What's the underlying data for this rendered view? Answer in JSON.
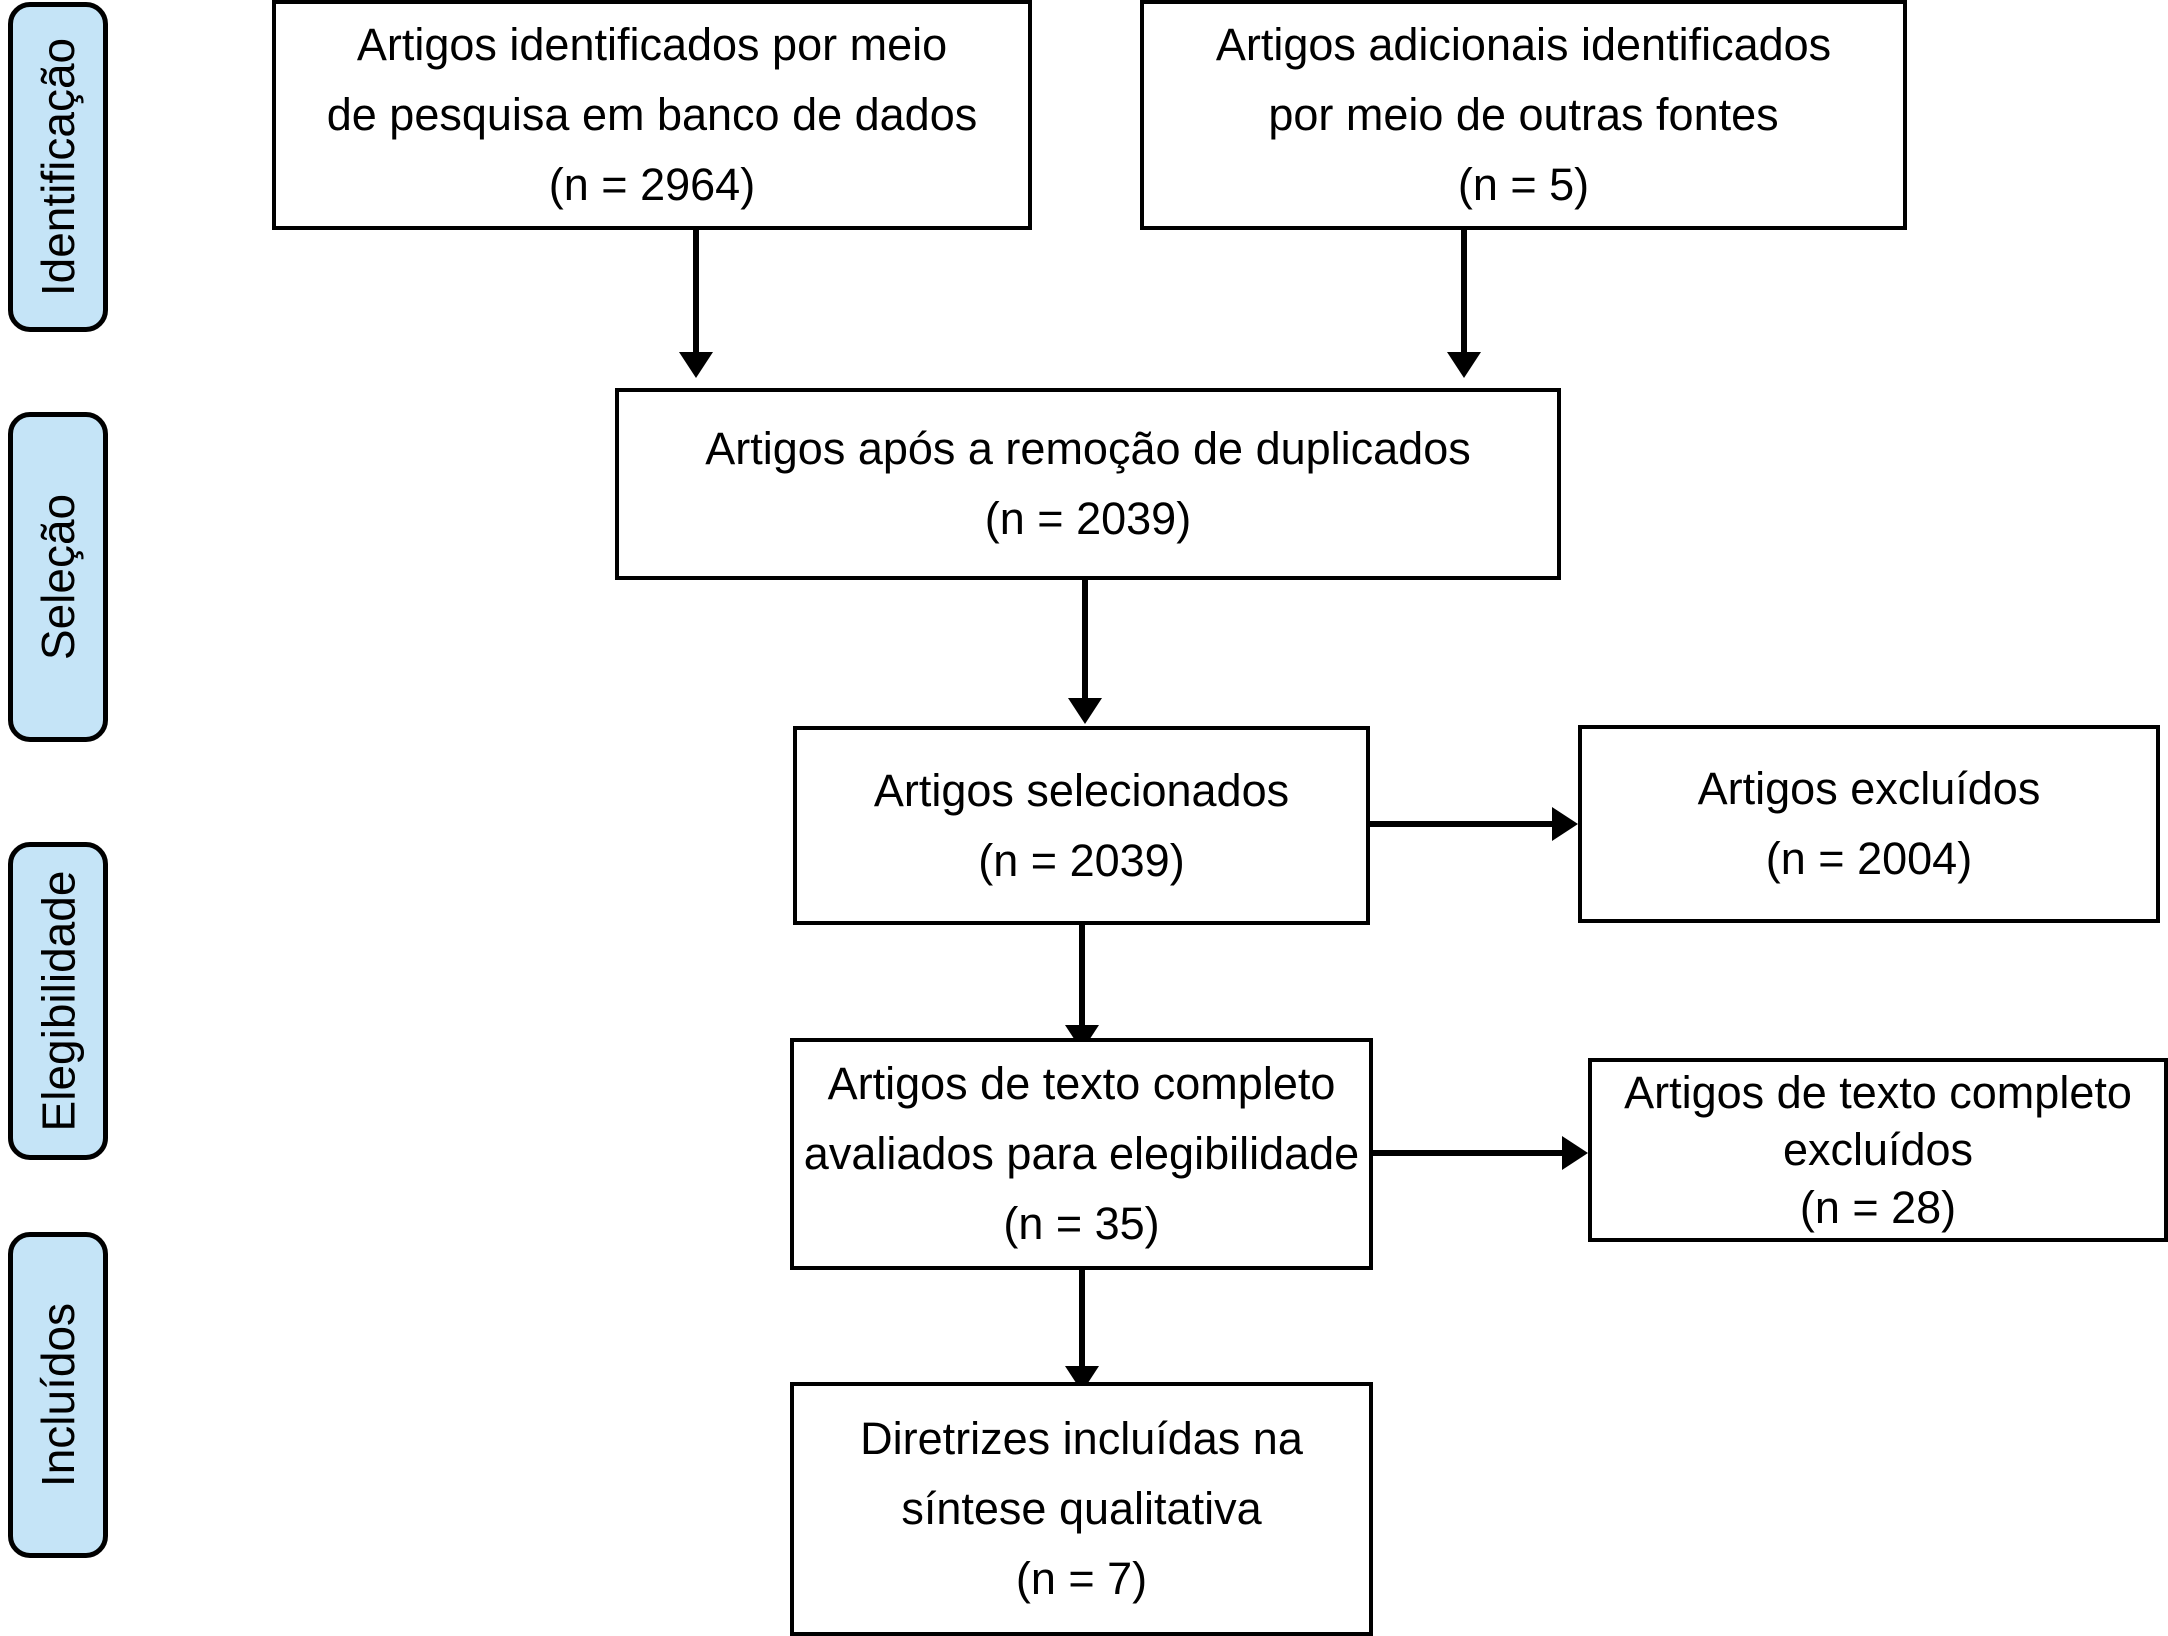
{
  "diagram": {
    "type": "prisma-flow-diagram",
    "language": "pt-BR",
    "accent_color": "#c5e4f7",
    "line_color": "#000000",
    "background_color": "#ffffff"
  },
  "stages": [
    {
      "id": "identificacao",
      "label": "Identificação"
    },
    {
      "id": "selecao",
      "label": "Seleção"
    },
    {
      "id": "elegibilidade",
      "label": "Elegibilidade"
    },
    {
      "id": "incluidos",
      "label": "Incluídos"
    }
  ],
  "boxes": {
    "database_records": {
      "line1": "Artigos identificados por meio",
      "line2": "de pesquisa em banco de dados",
      "count": "(n = 2964)",
      "n": 2964
    },
    "other_sources": {
      "line1": "Artigos adicionais identificados",
      "line2": "por meio de outras fontes",
      "count": "(n = 5)",
      "n": 5
    },
    "after_duplicates": {
      "line1": "Artigos após a remoção de duplicados",
      "count": "(n = 2039)",
      "n": 2039
    },
    "screened": {
      "line1": "Artigos selecionados",
      "count": "(n = 2039)",
      "n": 2039
    },
    "excluded": {
      "line1": "Artigos excluídos",
      "count": "(n = 2004)",
      "n": 2004
    },
    "fulltext_assessed": {
      "line1": "Artigos de texto completo",
      "line2": "avaliados para elegibilidade",
      "count": "(n = 35)",
      "n": 35
    },
    "fulltext_excluded": {
      "line1": "Artigos de texto completo",
      "line2": "excluídos",
      "count": "(n = 28)",
      "n": 28
    },
    "included": {
      "line1": "Diretrizes incluídas na",
      "line2": "síntese qualitativa",
      "count": "(n = 7)",
      "n": 7
    }
  }
}
